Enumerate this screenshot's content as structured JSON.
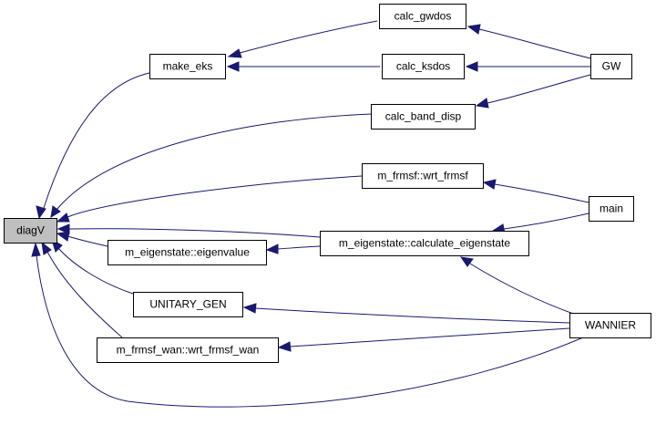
{
  "graph": {
    "colors": {
      "edge": "#191970",
      "node_border": "#000000",
      "highlight": "#bfbfbf"
    },
    "nodes": {
      "diagV": "diagV",
      "make_eks": "make_eks",
      "calc_gwdos": "calc_gwdos",
      "calc_ksdos": "calc_ksdos",
      "calc_band_disp": "calc_band_disp",
      "GW": "GW",
      "wrt_frmsf": "m_frmsf::wrt_frmsf",
      "main": "main",
      "eigenvalue": "m_eigenstate::eigenvalue",
      "calculate_eigenstate": "m_eigenstate::calculate_eigenstate",
      "unitary_gen": "UNITARY_GEN",
      "wrt_frmsf_wan": "m_frmsf_wan::wrt_frmsf_wan",
      "wannier": "WANNIER"
    }
  }
}
